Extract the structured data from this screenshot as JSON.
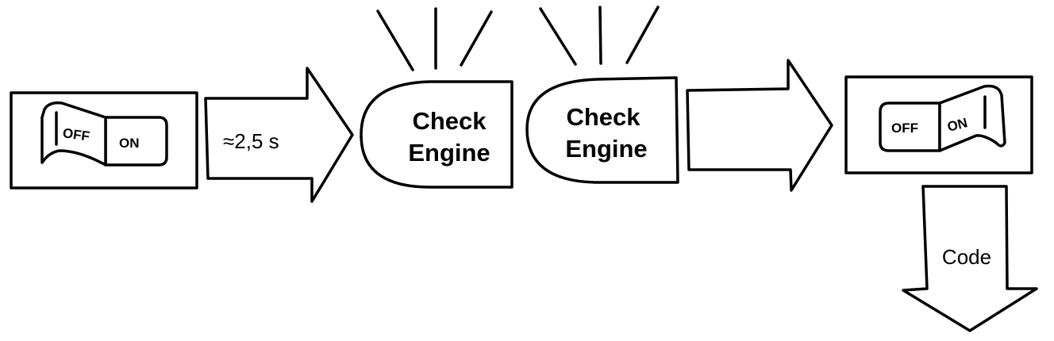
{
  "diagram": {
    "title": "",
    "colors": {
      "ink": "#000000",
      "background": "#ffffff"
    },
    "steps": [
      {
        "id": "switch-off",
        "type": "rocker-switch",
        "state": "OFF",
        "labels": {
          "off": "OFF",
          "on": "ON"
        }
      },
      {
        "id": "delay-arrow",
        "type": "arrow-right",
        "label": "≈2,5 s"
      },
      {
        "id": "check-engine-1",
        "type": "warning-lamp",
        "lit": true,
        "line1": "Check",
        "line2": "Engine"
      },
      {
        "id": "check-engine-2",
        "type": "warning-lamp",
        "lit": true,
        "line1": "Check",
        "line2": "Engine"
      },
      {
        "id": "next-arrow",
        "type": "arrow-right",
        "label": ""
      },
      {
        "id": "switch-on",
        "type": "rocker-switch",
        "state": "ON",
        "labels": {
          "off": "OFF",
          "on": "ON"
        }
      },
      {
        "id": "code-arrow",
        "type": "arrow-down",
        "label": "Code"
      }
    ]
  }
}
